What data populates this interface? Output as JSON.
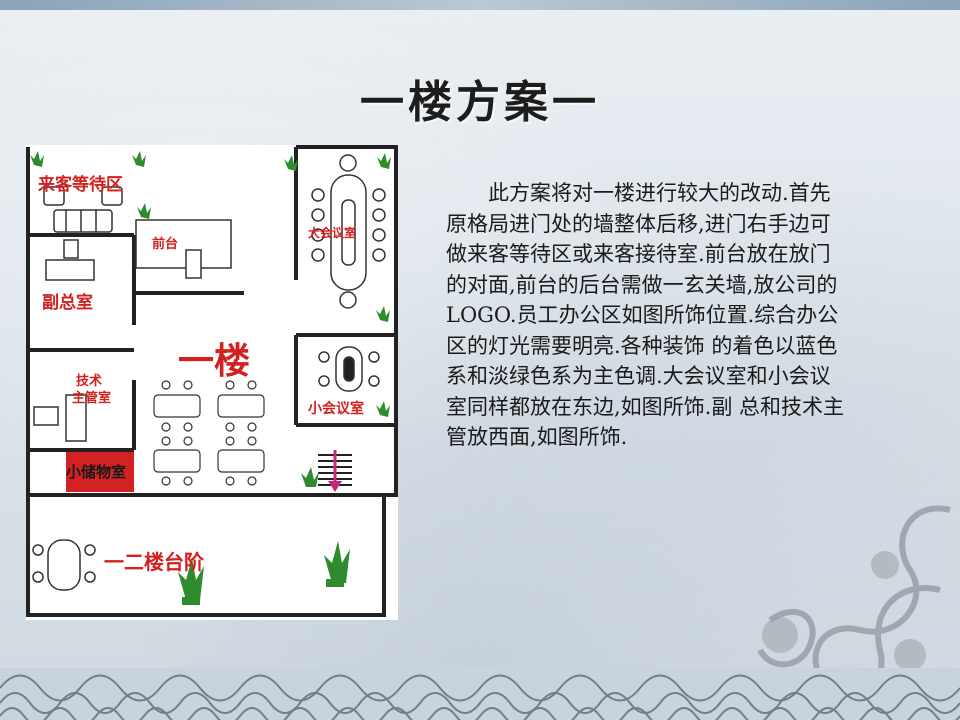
{
  "slide": {
    "title": "一楼方案一",
    "paragraph": "此方案将对一楼进行较大的改动.首先原格局进门处的墙整体后移,进门右手边可做来客等待区或来客接待室.前台放在放门的对面,前台的后台需做一玄关墙,放公司的LOGO.员工办公区如图所饰位置.综合办公区的灯光需要明亮.各种装饰 的着色以蓝色系和淡绿色系为主色调.大会议室和小会议室同样都放在东边,如图所饰.副 总和技术主管放西面,如图所饰."
  },
  "floor_plan": {
    "labels": {
      "waiting_area": "来客等待区",
      "front_desk": "前台",
      "vice_gm": "副总室",
      "floor_name": "一楼",
      "tech_manager_line1": "技术",
      "tech_manager_line2": "主管室",
      "storage": "小储物室",
      "large_meeting": "大会议室",
      "small_meeting": "小会议室",
      "stairs": "一二楼台阶"
    },
    "colors": {
      "label_red": "#d32020",
      "storage_fill": "#d42222",
      "wall": "#222222",
      "plant_green": "#2e8b2e",
      "stair_arrow": "#c8287a"
    }
  }
}
